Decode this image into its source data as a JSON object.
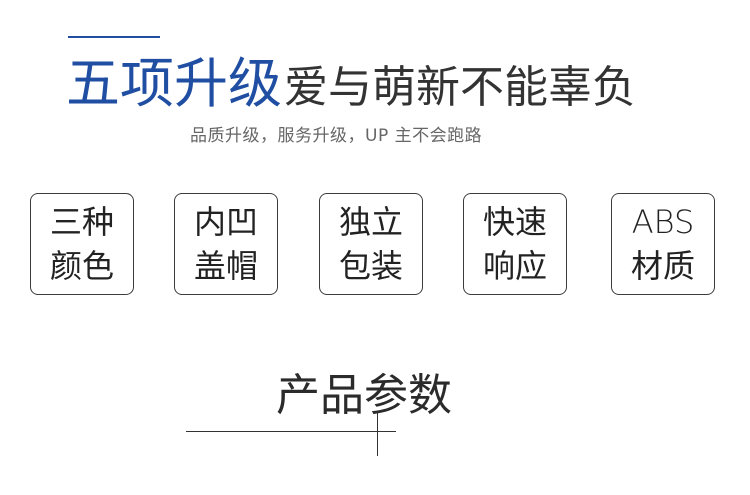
{
  "header": {
    "headline_accent": "五项升级",
    "headline_rest": "爱与萌新不能辜负",
    "subtitle": "品质升级，服务升级，UP 主不会跑路"
  },
  "features": [
    {
      "line1": "三种",
      "line2": "颜色"
    },
    {
      "line1": "内凹",
      "line2": "盖帽"
    },
    {
      "line1": "独立",
      "line2": "包装"
    },
    {
      "line1": "快速",
      "line2": "响应"
    },
    {
      "line1": "ABS",
      "line2": "材质"
    }
  ],
  "section": {
    "title": "产品参数"
  },
  "colors": {
    "accent": "#1f4ea3",
    "text": "#333333"
  }
}
